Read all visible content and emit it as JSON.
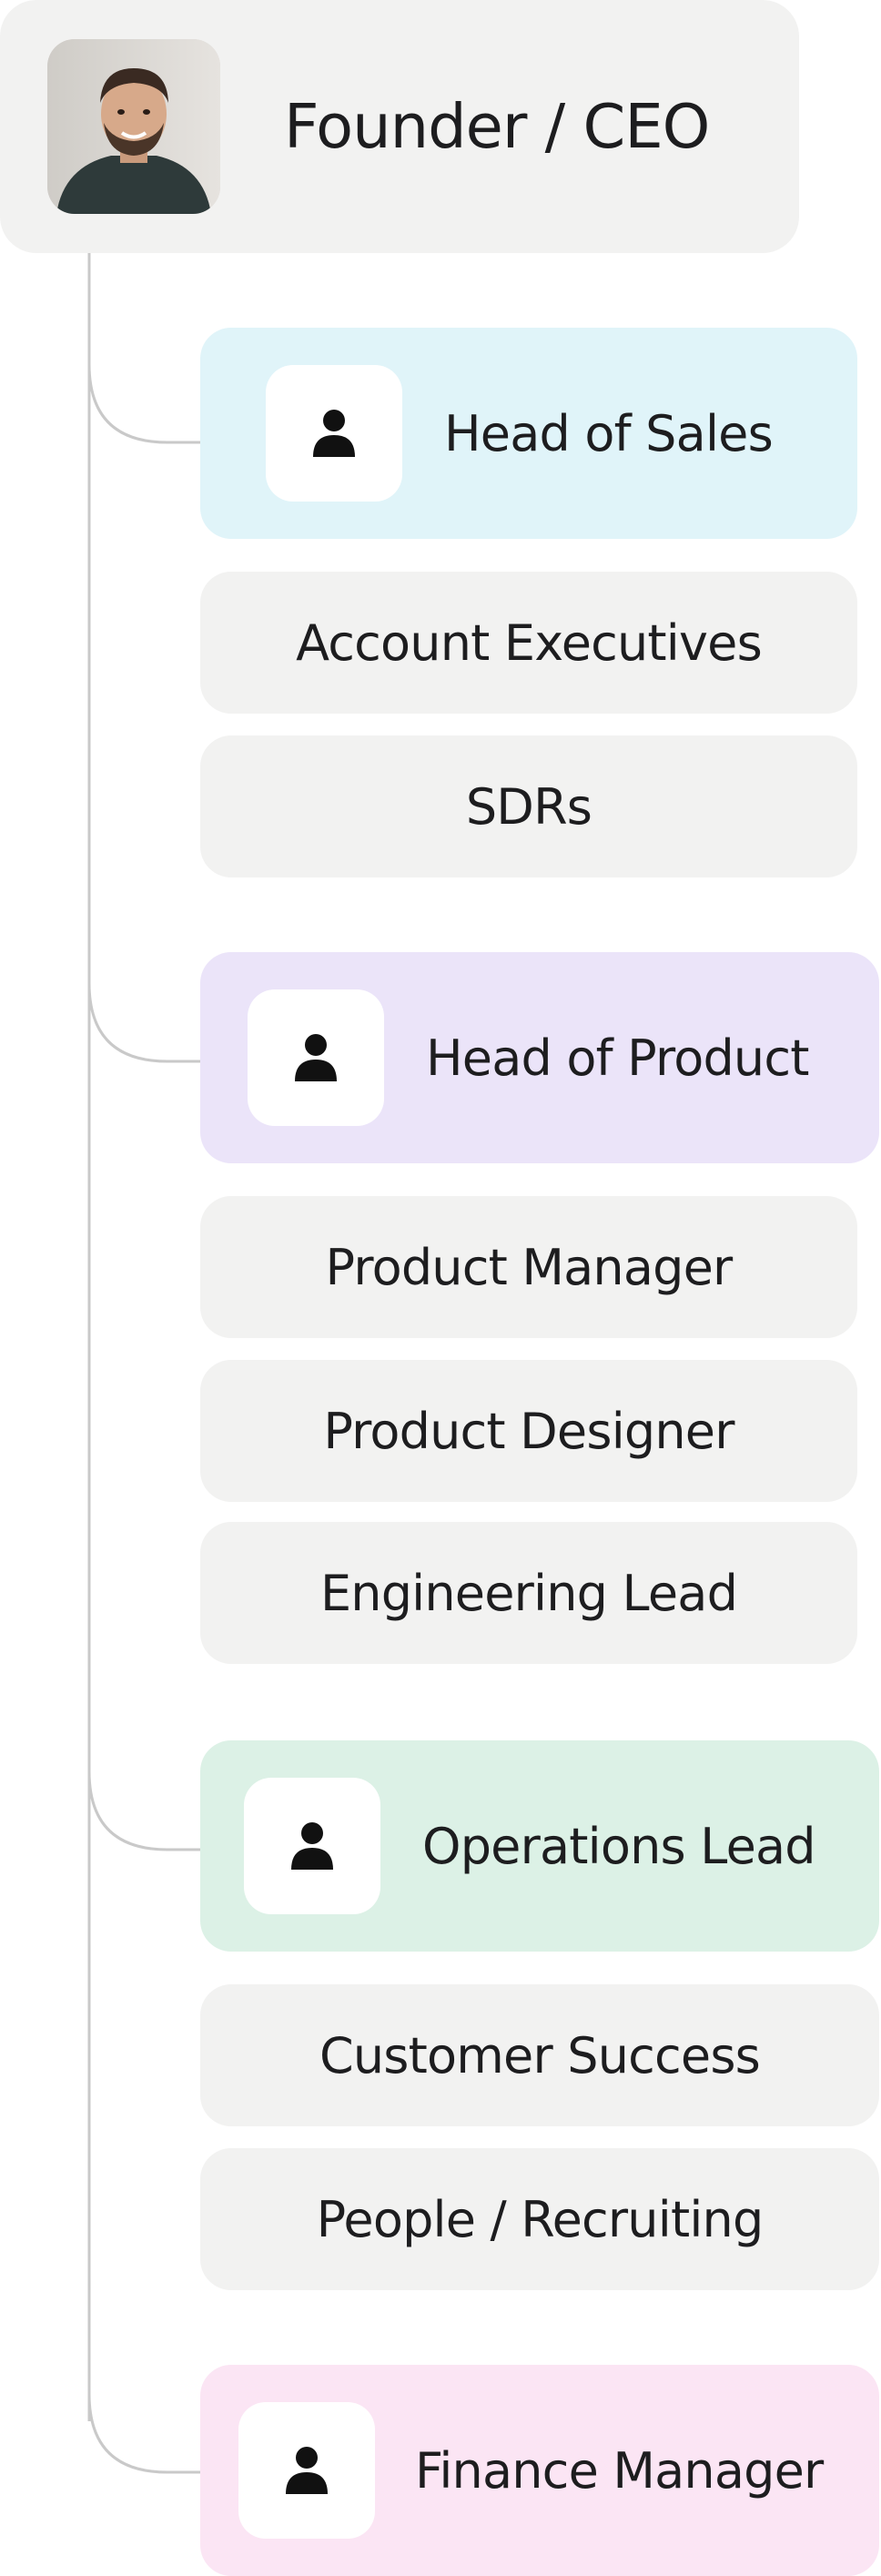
{
  "root": {
    "title": "Founder / CEO",
    "photo": "founder-portrait"
  },
  "departments": [
    {
      "head": {
        "title": "Head of Sales",
        "icon": "person-icon",
        "color": "#e0f4f9"
      },
      "roles": [
        "Account Executives",
        "SDRs"
      ]
    },
    {
      "head": {
        "title": "Head of Product",
        "icon": "person-icon",
        "color": "#ebe4f9"
      },
      "roles": [
        "Product Manager",
        "Product Designer",
        "Engineering Lead"
      ]
    },
    {
      "head": {
        "title": "Operations Lead",
        "icon": "person-icon",
        "color": "#dcf1e6"
      },
      "roles": [
        "Customer Success",
        "People / Recruiting"
      ]
    },
    {
      "head": {
        "title": "Finance Manager",
        "icon": "person-icon",
        "color": "#fbe5f4"
      },
      "roles": []
    }
  ],
  "colors": {
    "role_card": "#f2f2f1",
    "root_card": "#f2f2f1",
    "connector": "#c9c9c9",
    "text": "#1d1d1f"
  }
}
